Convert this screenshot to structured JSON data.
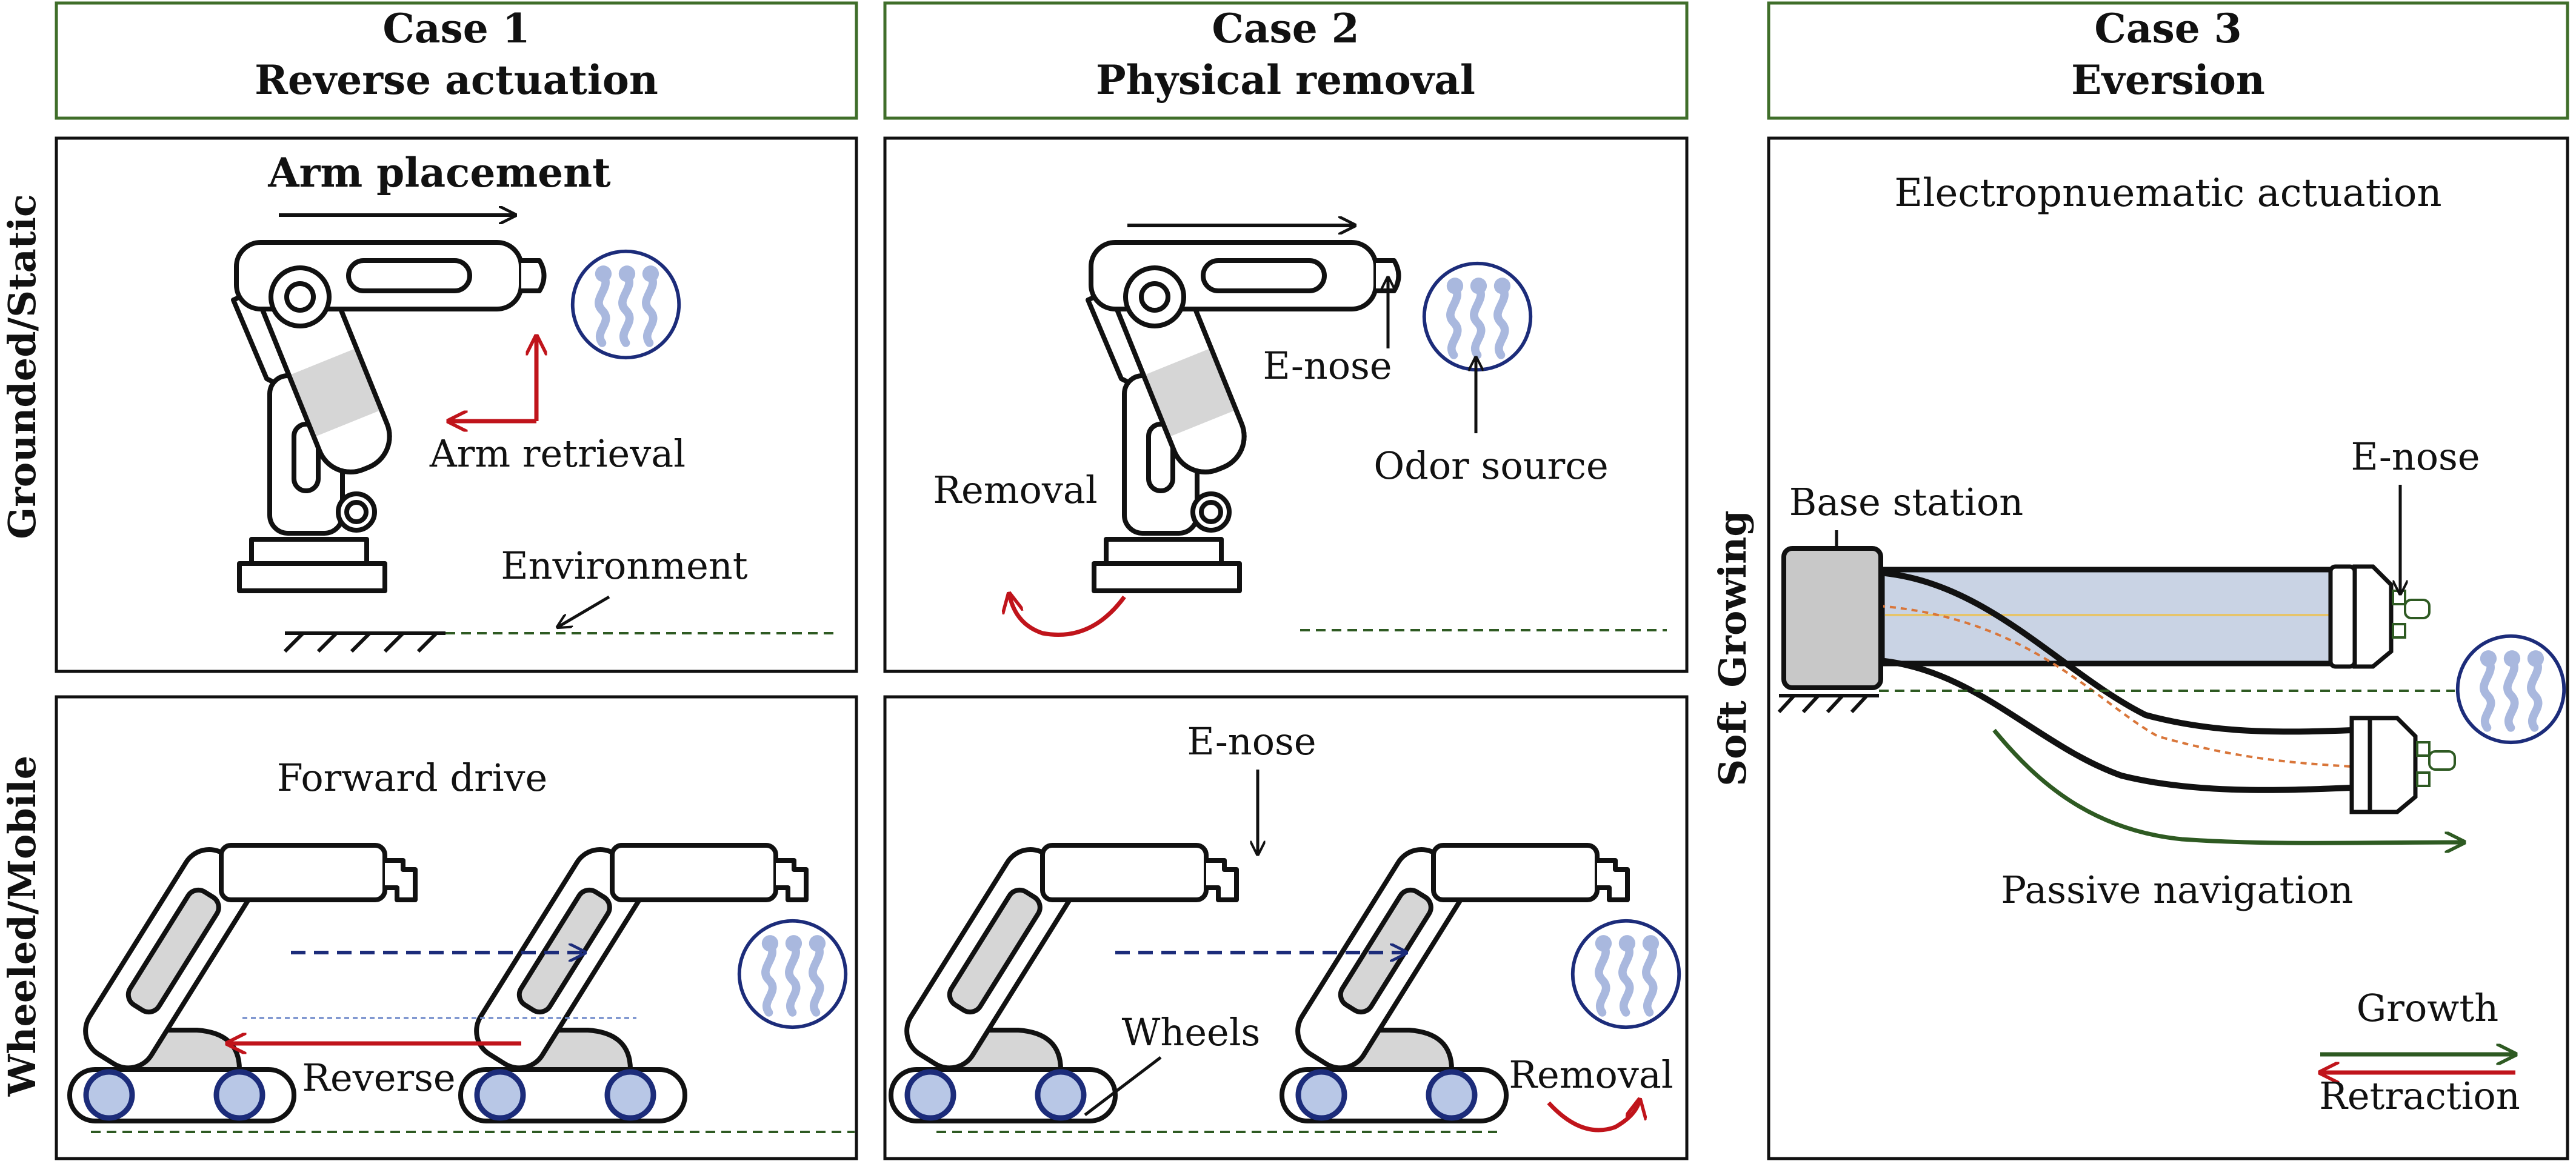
{
  "headers": [
    {
      "case": "Case 1",
      "title": "Reverse actuation"
    },
    {
      "case": "Case 2",
      "title": "Physical removal"
    },
    {
      "case": "Case 3",
      "title": "Eversion"
    }
  ],
  "rows": {
    "grounded": "Grounded/Static",
    "wheeled": "Wheeled/Mobile",
    "soft": "Soft Growing"
  },
  "panels": {
    "c1_grounded": {
      "arm_placement": "Arm placement",
      "arm_retrieval": "Arm retrieval",
      "environment": "Environment"
    },
    "c2_grounded": {
      "enose": "E-nose",
      "odor_source": "Odor source",
      "removal": "Removal"
    },
    "c1_wheeled": {
      "forward_drive": "Forward drive",
      "reverse": "Reverse"
    },
    "c2_wheeled": {
      "enose": "E-nose",
      "wheels": "Wheels",
      "removal": "Removal"
    },
    "c3": {
      "actuation": "Electropnuematic actuation",
      "base_station": "Base station",
      "enose": "E-nose",
      "passive_navigation": "Passive navigation",
      "growth": "Growth",
      "retraction": "Retraction"
    }
  },
  "colors": {
    "header_border": "#3f6e2a",
    "red_arrow": "#c0141b",
    "green_arrow": "#2e5a22",
    "blue_dashed": "#1c2c7a",
    "odor_wisps": "#a9b8de"
  }
}
